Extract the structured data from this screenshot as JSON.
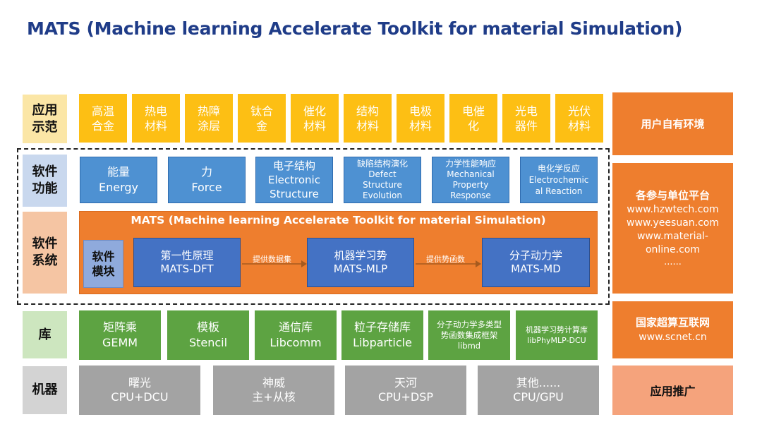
{
  "title": "MATS (Machine learning Accelerate Toolkit for material Simulation)",
  "rows": {
    "application": {
      "label": "应用\n示范",
      "items": [
        "高温\n合金",
        "热电\n材料",
        "热障\n涂层",
        "钛合\n金",
        "催化\n材料",
        "结构\n材料",
        "电极\n材料",
        "电催\n化",
        "光电\n器件",
        "光伏\n材料"
      ]
    },
    "function": {
      "label": "软件\n功能",
      "items": [
        {
          "cn": "能量",
          "en": "Energy"
        },
        {
          "cn": "力",
          "en": "Force"
        },
        {
          "cn": "电子结构",
          "en": "Electronic\nStructure"
        },
        {
          "cn": "缺陷结构演化",
          "en": "Defect\nStructure\nEvolution"
        },
        {
          "cn": "力学性能响应",
          "en": "Mechanical\nProperty\nResponse"
        },
        {
          "cn": "电化学反应",
          "en": "Electrochemic\nal Reaction"
        }
      ]
    },
    "system": {
      "label": "软件\n系统",
      "title": "MATS (Machine learning Accelerate Toolkit for material Simulation)",
      "module_label": "软件\n模块",
      "modules": [
        {
          "cn": "第一性原理",
          "en": "MATS-DFT"
        },
        {
          "cn": "机器学习势",
          "en": "MATS-MLP"
        },
        {
          "cn": "分子动力学",
          "en": "MATS-MD"
        }
      ],
      "arrows": [
        "提供数据集",
        "提供势函数"
      ]
    },
    "library": {
      "label": "库",
      "items": [
        {
          "cn": "矩阵乘",
          "en": "GEMM"
        },
        {
          "cn": "模板",
          "en": "Stencil"
        },
        {
          "cn": "通信库",
          "en": "Libcomm"
        },
        {
          "cn": "粒子存储库",
          "en": "Libparticle"
        },
        {
          "cn": "分子动力学多类型\n势函数集成框架",
          "en": "libmd"
        },
        {
          "cn": "机器学习势计算库",
          "en": "libPhyMLP-DCU"
        }
      ]
    },
    "machine": {
      "label": "机器",
      "items": [
        {
          "cn": "曙光",
          "en": "CPU+DCU"
        },
        {
          "cn": "神威",
          "en": "主+从核"
        },
        {
          "cn": "天河",
          "en": "CPU+DSP"
        },
        {
          "cn": "其他......",
          "en": "CPU/GPU"
        }
      ]
    }
  },
  "side": {
    "user_env": "用户自有环境",
    "platforms_title": "各参与单位平台",
    "platforms": [
      "www.hzwtech.com",
      "www.yeesuan.com",
      "www.material-\nonline.com",
      "......"
    ],
    "scnet_title": "国家超算互联网",
    "scnet_url": "www.scnet.cn",
    "promotion": "应用推广"
  },
  "colors": {
    "title": "#1F3C88",
    "application": "#FDBF14",
    "function": "#4E91D2",
    "system": "#EE7E2E",
    "module": "#4472C4",
    "library": "#5DA342",
    "machine": "#A3A3A3"
  }
}
